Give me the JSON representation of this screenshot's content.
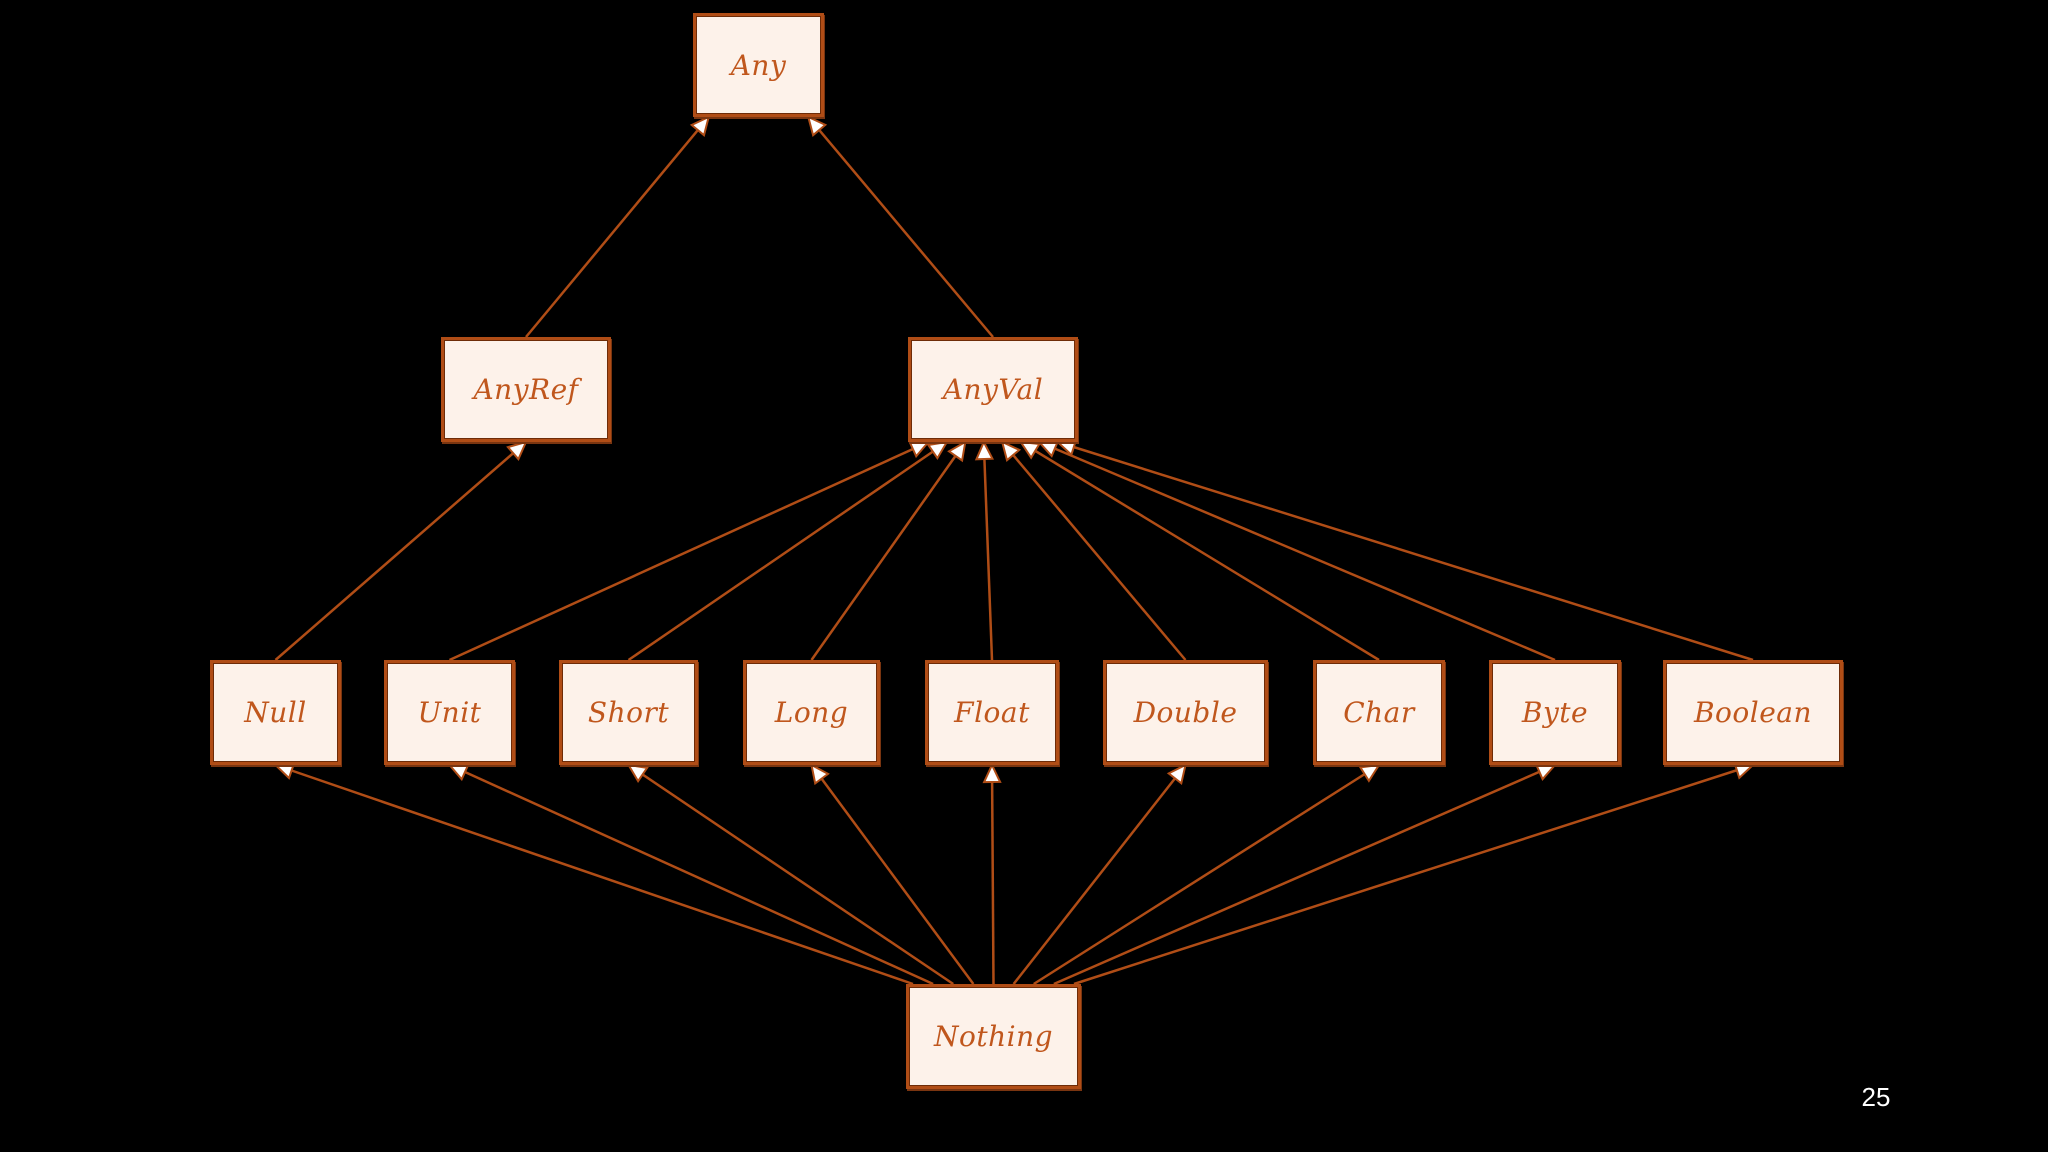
{
  "slide": {
    "background": "#000000",
    "edge_color": "#b04d16",
    "box_fill": "#fdf2ea",
    "text_color": "#c0571d",
    "page_number": "25"
  },
  "nodes": {
    "any": "Any",
    "anyref": "AnyRef",
    "anyval": "AnyVal",
    "null": "Null",
    "unit": "Unit",
    "short": "Short",
    "long": "Long",
    "float": "Float",
    "double": "Double",
    "char": "Char",
    "byte": "Byte",
    "boolean": "Boolean",
    "nothing": "Nothing"
  },
  "edges": [
    {
      "from": "anyref",
      "to": "any"
    },
    {
      "from": "anyval",
      "to": "any"
    },
    {
      "from": "null",
      "to": "anyref"
    },
    {
      "from": "unit",
      "to": "anyval"
    },
    {
      "from": "short",
      "to": "anyval"
    },
    {
      "from": "long",
      "to": "anyval"
    },
    {
      "from": "float",
      "to": "anyval"
    },
    {
      "from": "double",
      "to": "anyval"
    },
    {
      "from": "char",
      "to": "anyval"
    },
    {
      "from": "byte",
      "to": "anyval"
    },
    {
      "from": "boolean",
      "to": "anyval"
    },
    {
      "from": "nothing",
      "to": "null"
    },
    {
      "from": "nothing",
      "to": "unit"
    },
    {
      "from": "nothing",
      "to": "short"
    },
    {
      "from": "nothing",
      "to": "long"
    },
    {
      "from": "nothing",
      "to": "float"
    },
    {
      "from": "nothing",
      "to": "double"
    },
    {
      "from": "nothing",
      "to": "char"
    },
    {
      "from": "nothing",
      "to": "byte"
    },
    {
      "from": "nothing",
      "to": "boolean"
    }
  ]
}
